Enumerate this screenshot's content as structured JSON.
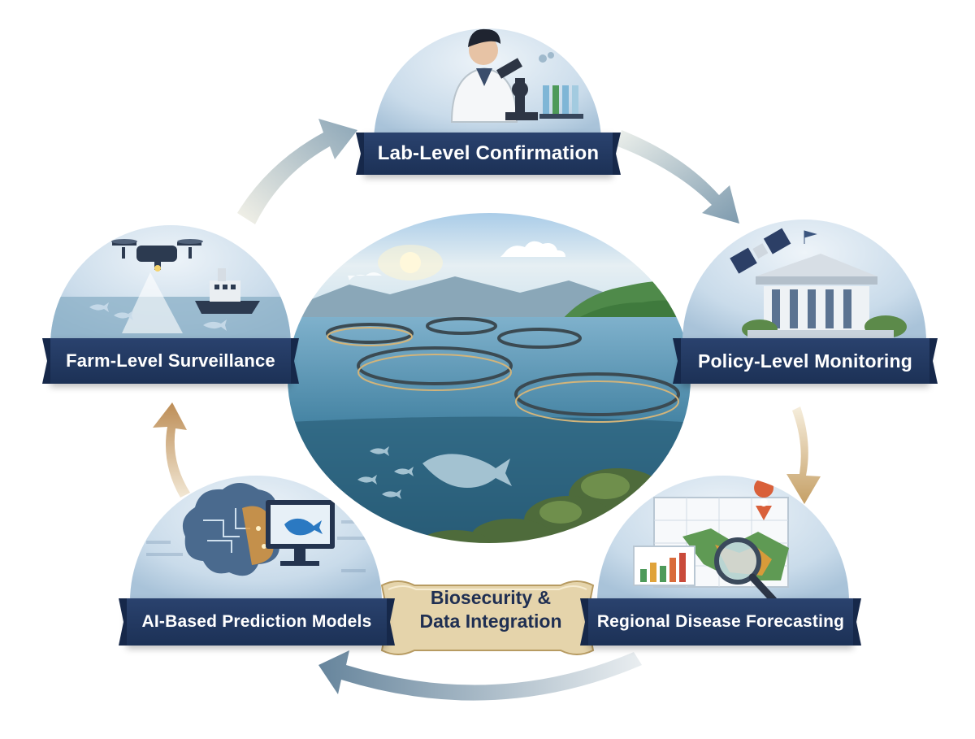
{
  "stages": {
    "lab": "Lab-Level Confirmation",
    "policy": "Policy-Level Monitoring",
    "regional": "Regional Disease Forecasting",
    "ai": "AI-Based Prediction Models",
    "farm": "Farm-Level Surveillance"
  },
  "center": {
    "line1": "Biosecurity &",
    "line2": "Data Integration"
  },
  "icons": {
    "lab": "scientist-microscope-icon",
    "policy": "satellite-government-building-icon",
    "regional": "map-chart-magnifier-icon",
    "ai": "brain-computer-icon",
    "farm": "drone-boat-icon",
    "center_scene": "fish-farm-pens-scene"
  },
  "colors": {
    "banner": "#213a63",
    "arrow_left": "#c9a06a",
    "arrow_right": "#8fa7bd",
    "ribbon": "#d9c49a"
  }
}
